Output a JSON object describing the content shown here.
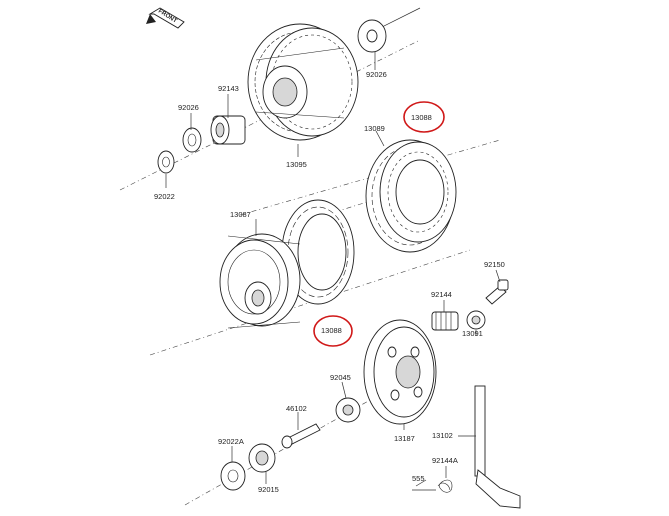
{
  "compass": {
    "label": "FRONT"
  },
  "highlight_color": "#d01818",
  "parts": {
    "p92026_top": "92026",
    "p92143": "92143",
    "p92026_left": "92026",
    "p92022": "92022",
    "p13095": "13095",
    "p13089": "13089",
    "p13088_top": "13088",
    "p13087": "13087",
    "p13088_bottom": "13088",
    "p92150": "92150",
    "p92144": "92144",
    "p13091": "13091",
    "p92045": "92045",
    "p46102": "46102",
    "p13187": "13187",
    "p13102": "13102",
    "p92022A": "92022A",
    "p92144A": "92144A",
    "p555": "555",
    "p92015": "92015"
  },
  "highlighted": [
    "p13088_top",
    "p13088_bottom"
  ]
}
